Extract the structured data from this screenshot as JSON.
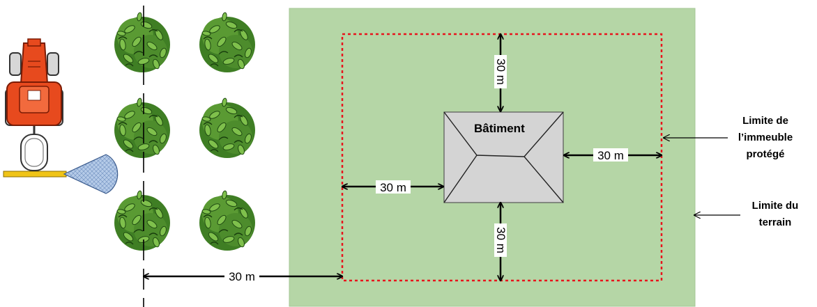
{
  "building": {
    "label": "Bâtiment"
  },
  "distances": {
    "top": "30 m",
    "left": "30 m",
    "right": "30 m",
    "bottom": "30 m",
    "from_row": "30 m"
  },
  "labels": {
    "protected_limit_lines": [
      "Limite de",
      "l’immeuble",
      "protégé"
    ],
    "land_limit_lines": [
      "Limite du",
      "terrain"
    ]
  },
  "colors": {
    "land": "#b5d6a6",
    "land_border": "#a5c795",
    "protected_boundary": "#e8141c",
    "tree_dark": "#3f7e24",
    "tree_light": "#6bb03f",
    "tractor": "#e74a1e",
    "spray": "#a8c4e6",
    "building": "#d4d4d4"
  }
}
